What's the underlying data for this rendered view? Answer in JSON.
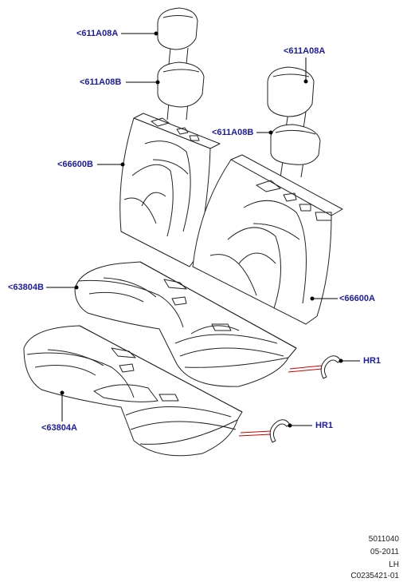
{
  "callouts": {
    "hr_upper_left": "<611A08A",
    "hr_lower_left": "<611A08B",
    "hr_upper_right": "<611A08A",
    "hr_lower_right": "<611A08B",
    "back_left": "<66600B",
    "back_right": "<66600A",
    "cushion_upper": "<63804B",
    "cushion_lower": "<63804A",
    "clip_upper": "HR1",
    "clip_lower": "HR1"
  },
  "footer": {
    "line1": "5011040",
    "line2": "05-2011",
    "line3": "LH",
    "line4": "C0235421-01"
  },
  "colors": {
    "callout_text": "#1a1aa8",
    "leader_line": "#000000",
    "clip_leader": "#cc0000",
    "part_stroke": "#222222"
  }
}
